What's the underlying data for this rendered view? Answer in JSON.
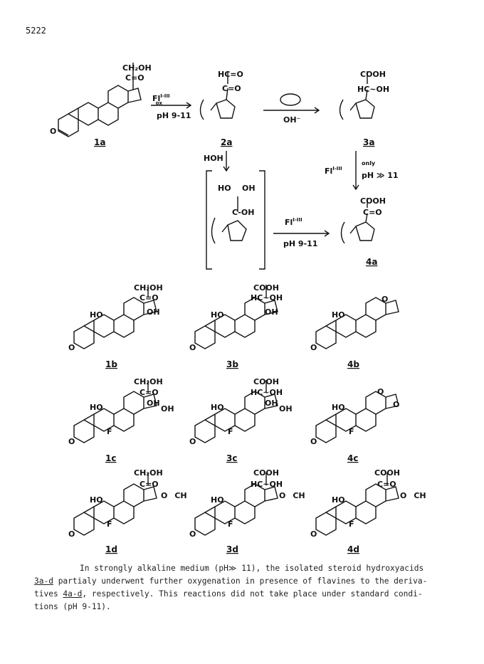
{
  "page_number": "5222",
  "labels": {
    "ch2oh": "CH₂OH",
    "ceo": "C=O",
    "hceo": "HC=O",
    "cooh": "COOH",
    "hcoh": "HC~OH",
    "ohm": "OH⁻",
    "hoh": "HOH",
    "hoc": "HO",
    "oh": "OH",
    "coh": "C-OH",
    "f": "F",
    "o": "O",
    "ch": "CH",
    "c_eq_o_2": "C=O"
  },
  "reagents": {
    "fl": "Fl",
    "fl_sup": "I-III",
    "fl_sub": "ox",
    "ph_911": "pH 9-11",
    "ph_gt11": "pH ≫ 11",
    "only": "only"
  },
  "compounds": [
    "1a",
    "2a",
    "3a",
    "4a",
    "1b",
    "3b",
    "4b",
    "1c",
    "3c",
    "4c",
    "1d",
    "3d",
    "4d"
  ],
  "caption": {
    "p1": "In strongly alkaline medium (pH≫ 11), the isolated steroid hydroxyacids",
    "p2a": "3a-d",
    "p2b": " partialy underwent further oxygenation in presence of flavines to the deriva-",
    "p3a": "tives ",
    "p3b": "4a-d",
    "p3c": ", respectively.  This reactions did not take place under standard condi-",
    "p4": "tions (pH 9-11)."
  }
}
